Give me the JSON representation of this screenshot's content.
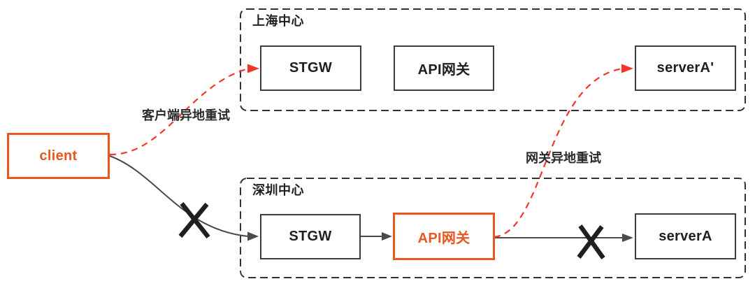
{
  "diagram": {
    "regions": [
      {
        "label": "上海中心"
      },
      {
        "label": "深圳中心"
      }
    ],
    "nodes": {
      "client": "client",
      "shanghai_stgw": "STGW",
      "shanghai_api_gateway": "API网关",
      "shanghai_server": "serverA'",
      "shenzhen_stgw": "STGW",
      "shenzhen_api_gateway": "API网关",
      "shenzhen_server": "serverA"
    },
    "edge_labels": {
      "client_retry": "客户端异地重试",
      "gateway_retry": "网关异地重试"
    },
    "colors": {
      "accent_orange": "#E8571E",
      "retry_red": "#F4362A",
      "line_dark": "#4A4A4A",
      "box_border": "#3D3D3D",
      "text_dark": "#1F1F1F"
    }
  }
}
